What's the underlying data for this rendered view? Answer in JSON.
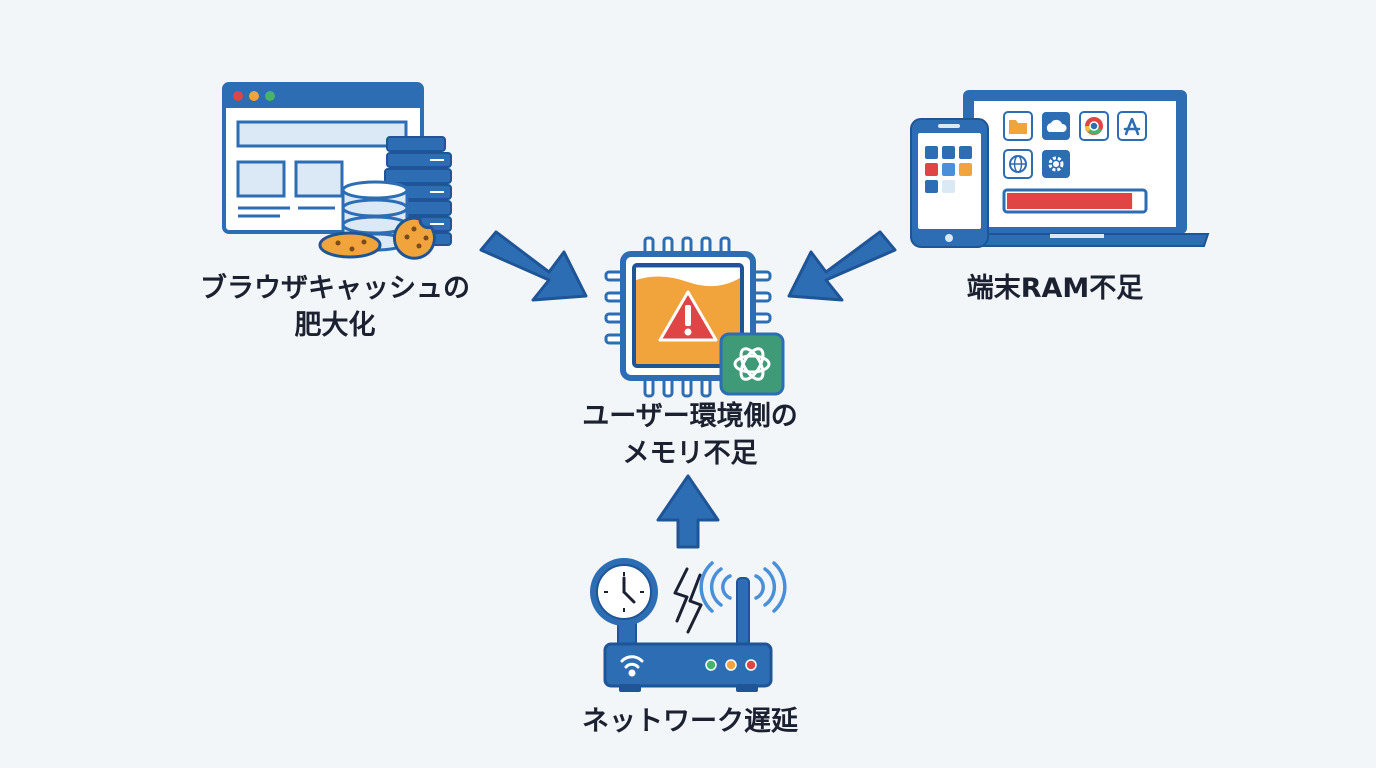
{
  "nodes": {
    "browser_cache": {
      "lines": [
        "ブラウザキャッシュの",
        "肥大化"
      ],
      "icon": "browser-cache-icon"
    },
    "device_ram": {
      "lines": [
        "端末RAM不足"
      ],
      "icon": "devices-icon"
    },
    "center": {
      "lines": [
        "ユーザー環境側の",
        "メモリ不足"
      ],
      "icon": "memory-chip-warning-icon"
    },
    "network": {
      "lines": [
        "ネットワーク遅延"
      ],
      "icon": "router-latency-icon"
    }
  },
  "colors": {
    "background": "#f3f6f9",
    "primary_blue": "#2c6db3",
    "dark_blue": "#1f5597",
    "light_blue": "#dbe8f5",
    "warning_orange": "#f1a33c",
    "alert_red": "#e04545",
    "openai_green": "#3f9a78",
    "text": "#1b2130"
  },
  "device_ram_usage": 0.92
}
